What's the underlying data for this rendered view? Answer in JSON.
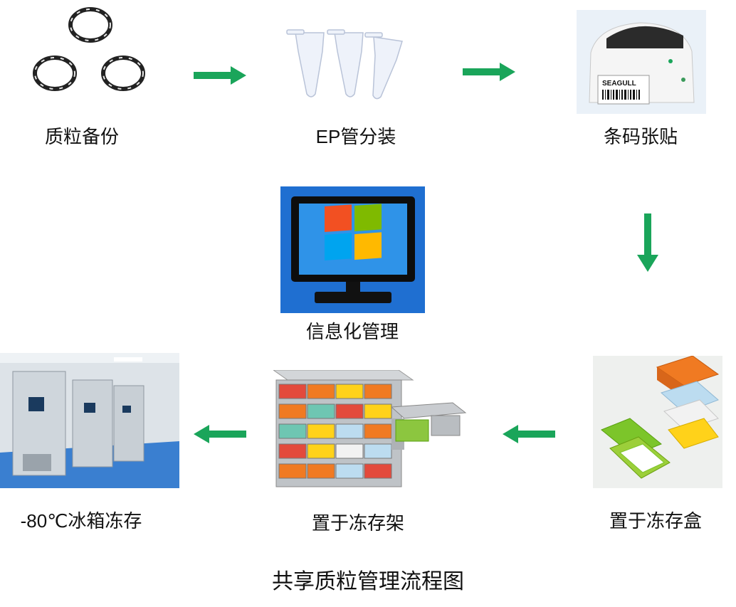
{
  "steps": {
    "plasmid_backup": "质粒备份",
    "ep_tube": "EP管分装",
    "barcode_label": "条码张贴",
    "storage_box": "置于冻存盒",
    "storage_rack": "置于冻存架",
    "freezer": "-80℃冰箱冻存",
    "informatization": "信息化管理"
  },
  "printer_label_text": "SEAGULL",
  "caption": "共享质粒管理流程图",
  "colors": {
    "arrow_green": "#1aa55a",
    "monitor_bg": "#1f6fd1"
  }
}
